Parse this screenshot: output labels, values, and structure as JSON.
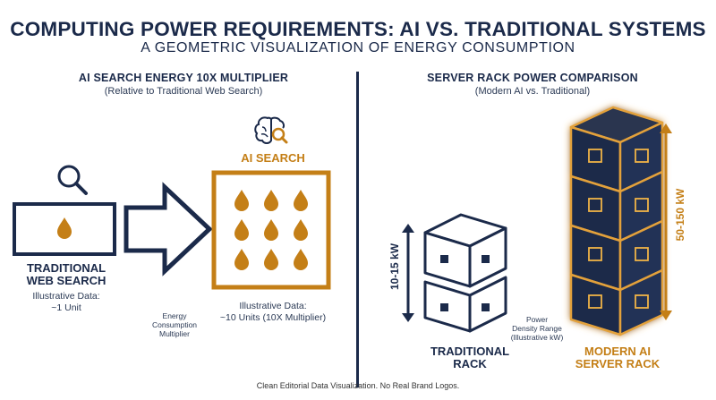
{
  "header": {
    "title": "COMPUTING POWER REQUIREMENTS: AI VS. TRADITIONAL SYSTEMS",
    "subtitle": "A GEOMETRIC VISUALIZATION OF ENERGY CONSUMPTION"
  },
  "left": {
    "title": "AI SEARCH ENERGY 10X MULTIPLIER",
    "subtitle": "(Relative to Traditional Web Search)",
    "traditional": {
      "label_line1": "TRADITIONAL",
      "label_line2": "WEB SEARCH",
      "data_line1": "Illustrative Data:",
      "data_line2": "~1 Unit",
      "icon": "magnifier-icon",
      "droplet_count": 1
    },
    "arrow_label_line1": "Energy",
    "arrow_label_line2": "Consumption",
    "arrow_label_line3": "Multiplier",
    "ai": {
      "label": "AI SEARCH",
      "data_line1": "Illustrative Data:",
      "data_line2": "~10 Units (10X Multiplier)",
      "icon": "brain-magnifier-icon",
      "droplet_count": 9
    }
  },
  "right": {
    "title": "SERVER RACK POWER COMPARISON",
    "subtitle": "(Modern AI vs. Traditional)",
    "traditional_rack": {
      "range_label": "10-15 kW",
      "label_line1": "TRADITIONAL",
      "label_line2": "RACK",
      "cube_count": 2
    },
    "density_label_line1": "Power",
    "density_label_line2": "Density Range",
    "density_label_line3": "(Illustrative kW)",
    "ai_rack": {
      "range_label": "50-150 kW",
      "label_line1": "MODERN AI",
      "label_line2": "SERVER RACK",
      "cube_count": 4
    }
  },
  "footer": "Clean Editorial Data Visualization. No Real Brand Logos.",
  "colors": {
    "navy": "#1b2a4a",
    "gold": "#c47f17"
  }
}
